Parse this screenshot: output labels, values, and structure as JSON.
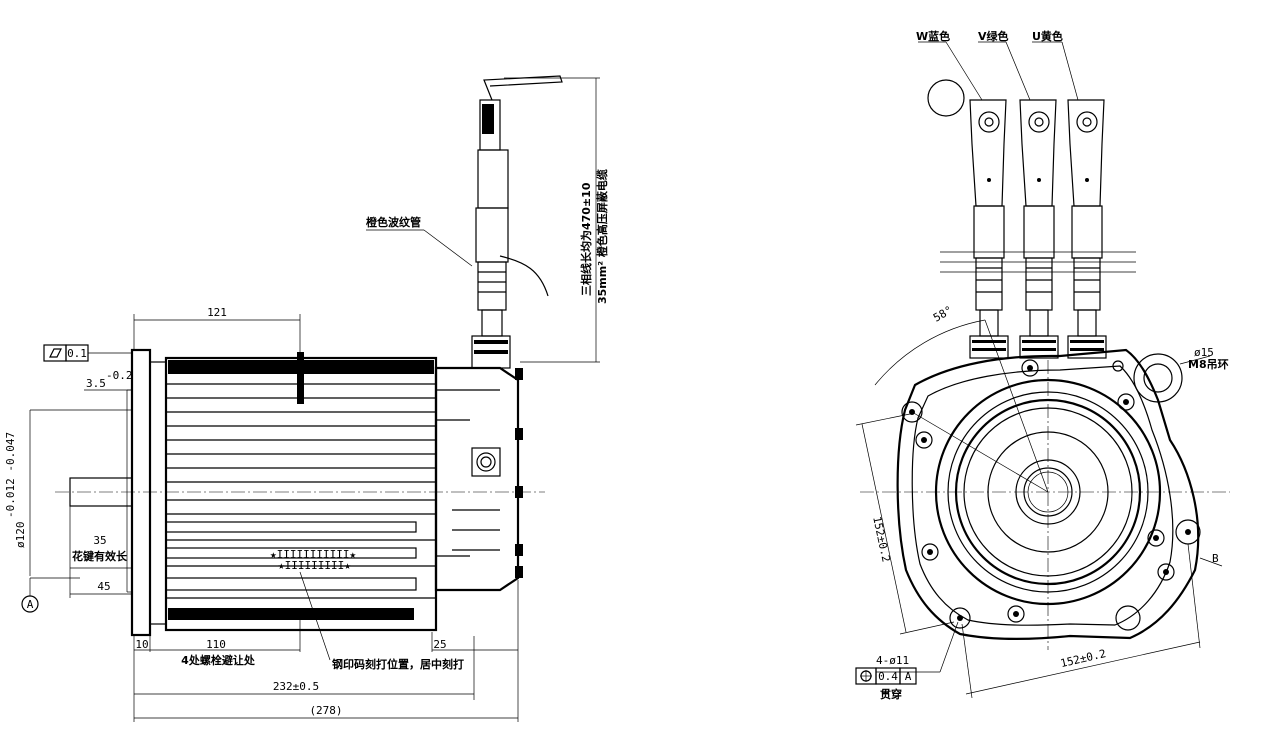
{
  "left_view": {
    "dim_121": "121",
    "dim_3_5": "3.5",
    "dim_3_5_tol": "-0.2",
    "dim_dia120": "ø120",
    "dim_dia120_tol": "-0.012 -0.047",
    "dim_35": "35",
    "key_note": "花键有效长",
    "dim_45": "45",
    "dim_10": "10",
    "dim_110": "110",
    "bolt_note": "4处螺栓避让处",
    "dim_25": "25",
    "dim_232": "232±0.5",
    "dim_278": "(278)",
    "flatness_value": "0.1",
    "datum_a": "A",
    "hose_label": "橙色波纹管",
    "cable_note_1": "三相线长均为470±10",
    "cable_note_2": "35mm² 橙色高压屏蔽电缆",
    "steel_stamp": "钢印码刻打位置，居中刻打",
    "stamp_top": "★IIIIIIIIIII★",
    "stamp_bottom": "★IIIIIIIII★"
  },
  "right_view": {
    "w_label": "W蓝色",
    "v_label": "V绿色",
    "u_label": "U黄色",
    "angle_58": "58°",
    "dia15": "ø15",
    "m8_ring": "M8吊环",
    "dim_152_vert": "152±0.2",
    "dim_152_horiz": "152±0.2",
    "hole_note": "4-ø11",
    "position_tol": "0.4",
    "position_datum": "A",
    "through": "贯穿",
    "label_b": "B"
  }
}
